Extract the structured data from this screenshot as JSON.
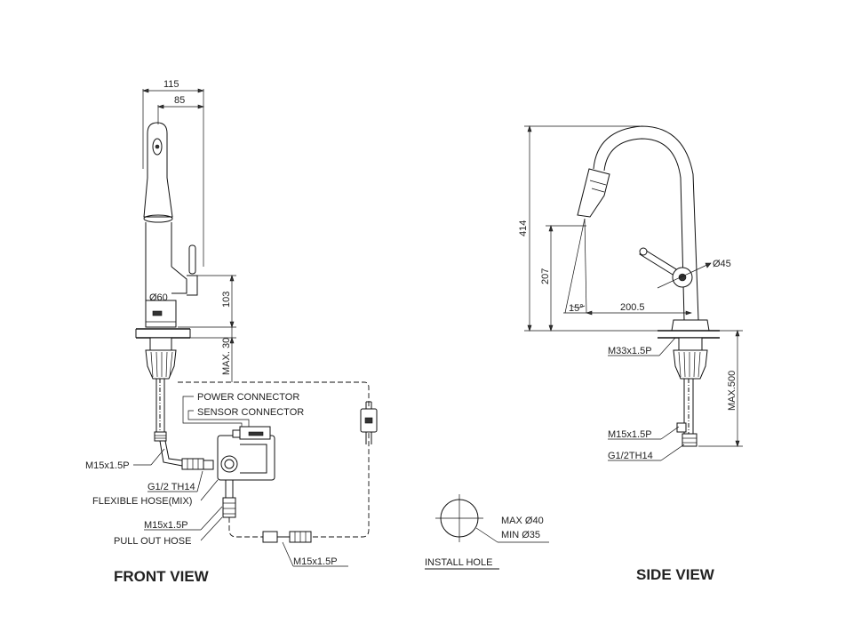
{
  "front": {
    "title": "FRONT VIEW",
    "dims": {
      "d115": "115",
      "d85": "85",
      "d103": "103",
      "dmax30": "MAX. 30",
      "dphi60": "Ø60"
    },
    "labels": {
      "power": "POWER CONNECTOR",
      "sensor": "SENSOR CONNECTOR",
      "m15_left": "M15x1.5P",
      "g12": "G1/2 TH14",
      "flex": "FLEXIBLE HOSE(MIX)",
      "m15_mid": "M15x1.5P",
      "pullout": "PULL OUT HOSE",
      "m15_bottom": "M15x1.5P"
    }
  },
  "install": {
    "title": "INSTALL HOLE",
    "max": "MAX Ø40",
    "min": "MIN Ø35"
  },
  "side": {
    "title": "SIDE VIEW",
    "dims": {
      "d414": "414",
      "d207": "207",
      "d15": "15°",
      "d2005": "200.5",
      "dphi45": "Ø45",
      "dmax500": "MAX.500"
    },
    "labels": {
      "m33": "M33x1.5P",
      "m15": "M15x1.5P",
      "g12": "G1/2TH14"
    }
  }
}
